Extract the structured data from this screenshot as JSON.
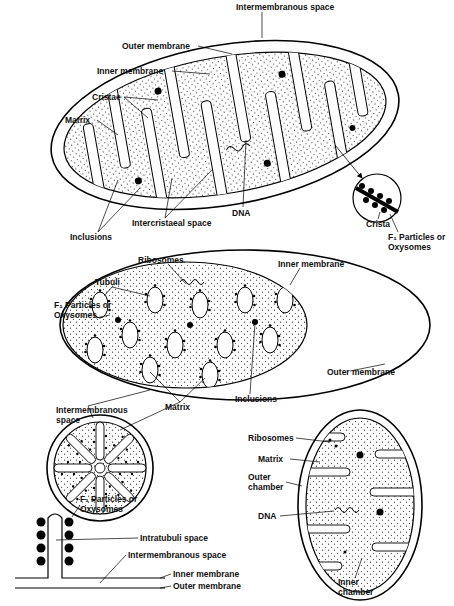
{
  "diagram": {
    "labels": [
      "Intermembranous space",
      "Outer membrane",
      "Inner membrane",
      "Cristae",
      "Matrix",
      "DNA",
      "Crista",
      "F₁ Particles or Oxysomes",
      "Intercristaeal space",
      "Inclusions",
      "Ribosomes",
      "Inner membrane",
      "Tubuli",
      "F₁ Particles or Oxysomes",
      "Outer membrane",
      "Intermembranous space",
      "Matrix",
      "Inclusions",
      "Ribosomes",
      "Matrix",
      "Outer chamber",
      "DNA",
      "Inner chamber",
      "F₁ Particles or Oxysomes",
      "Intratubuli space",
      "Intermembranous space",
      "Inner membrane",
      "Outer membrane"
    ]
  }
}
